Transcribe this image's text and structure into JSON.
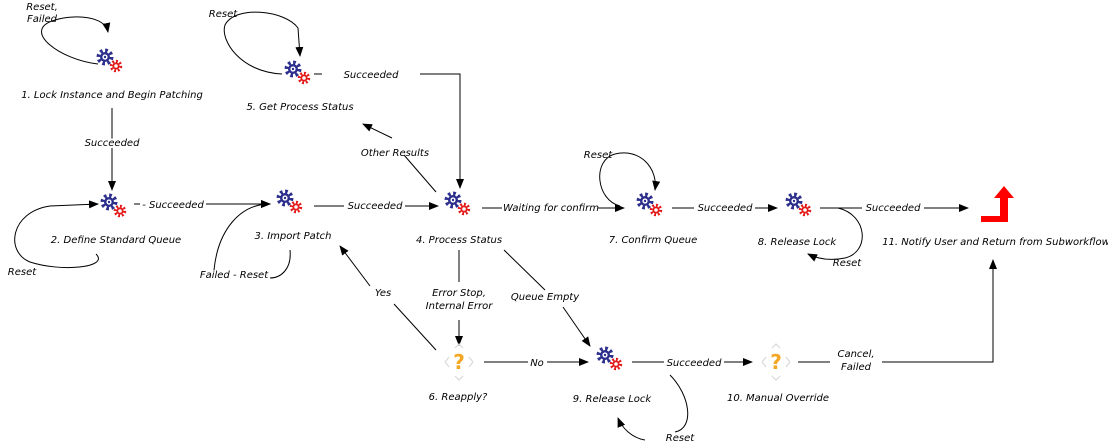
{
  "nodes": {
    "n1": {
      "label": "1. Lock Instance and Begin Patching",
      "icon": "gears-icon"
    },
    "n2": {
      "label": "2. Define Standard Queue",
      "icon": "gears-icon"
    },
    "n3": {
      "label": "3. Import Patch",
      "icon": "gears-icon"
    },
    "n4": {
      "label": "4. Process Status",
      "icon": "gears-icon"
    },
    "n5": {
      "label": "5. Get Process Status",
      "icon": "gears-icon"
    },
    "n6": {
      "label": "6. Reapply?",
      "icon": "question-icon"
    },
    "n7": {
      "label": "7. Confirm Queue",
      "icon": "gears-icon"
    },
    "n8": {
      "label": "8. Release Lock",
      "icon": "gears-icon"
    },
    "n9": {
      "label": "9. Release Lock",
      "icon": "gears-icon"
    },
    "n10": {
      "label": "10. Manual Override",
      "icon": "question-icon"
    },
    "n11": {
      "label": "11. Notify User and Return from Subworkflow",
      "icon": "return-icon"
    }
  },
  "edges": {
    "n1_loop": [
      "Reset,",
      "Failed"
    ],
    "n1_n2": "Succeeded",
    "n2_loop": "Reset",
    "n2_n3": "- Succeeded",
    "n3_loop": "Failed - Reset",
    "n3_n4": "Succeeded",
    "n5_loop": "Reset",
    "n5_n4": "Succeeded",
    "n4_n5": "Other Results",
    "n4_n7": "Waiting for confirm",
    "n4_n6": [
      "Error Stop,",
      "Internal Error"
    ],
    "n4_n9": "Queue Empty",
    "n6_n3": "Yes",
    "n6_n9": "No",
    "n7_loop": "Reset",
    "n7_n8": "Succeeded",
    "n8_loop": "Reset",
    "n8_n11": "Succeeded",
    "n9_loop": "Reset",
    "n9_n10": "Succeeded",
    "n10_n11": [
      "Cancel,",
      "Failed"
    ]
  },
  "colors": {
    "gear_primary": "#2c2f8c",
    "gear_secondary": "#e31b1b",
    "question": "#f5a623",
    "return_arrow": "#ff0000"
  }
}
